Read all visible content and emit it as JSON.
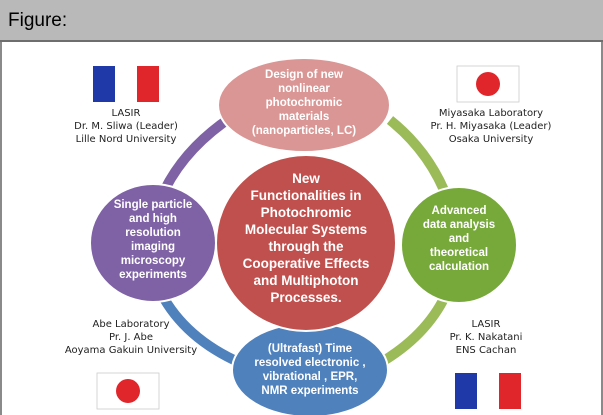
{
  "header": {
    "title": "Figure:"
  },
  "colors": {
    "arc_top_right": "#9bbb59",
    "arc_bottom_right": "#9bbb59",
    "arc_bottom_left": "#4f81bd",
    "arc_top_left": "#7f62a5",
    "node_top": "#d99694",
    "node_right": "#77a93a",
    "node_bottom": "#4f81bd",
    "node_left": "#7f62a5",
    "node_center": "#c0504d",
    "flag_blue": "#1f3aa8",
    "flag_red": "#e0262b",
    "japan_red": "#e0262b"
  },
  "nodes": {
    "top": [
      "Design of new",
      "nonlinear",
      "photochromic",
      "materials",
      "(nanoparticles, LC)"
    ],
    "right": [
      "Advanced",
      "data analysis",
      "and",
      "theoretical",
      "calculation"
    ],
    "bottom": [
      "(Ultrafast) Time",
      "resolved electronic ,",
      "vibrational , EPR,",
      "NMR experiments"
    ],
    "left": [
      "Single particle",
      "and high",
      "resolution",
      "imaging",
      "microscopy",
      "experiments"
    ],
    "center": [
      "New",
      "Functionalities in",
      "Photochromic",
      "Molecular Systems",
      "through the",
      "Cooperative Effects",
      "and Multiphoton",
      "Processes."
    ]
  },
  "labs": {
    "top_left": {
      "flag": "France",
      "lines": [
        "LASIR",
        "Dr. M. Sliwa (Leader)",
        "Lille Nord University"
      ]
    },
    "top_right": {
      "flag": "Japan",
      "lines": [
        "Miyasaka Laboratory",
        "Pr. H. Miyasaka (Leader)",
        "Osaka University"
      ]
    },
    "bottom_left": {
      "flag": "Japan",
      "lines": [
        "Abe Laboratory",
        "Pr. J. Abe",
        "Aoyama Gakuin University"
      ]
    },
    "bottom_right": {
      "flag": "France",
      "lines": [
        "LASIR",
        "Pr. K. Nakatani",
        "ENS Cachan"
      ]
    }
  }
}
